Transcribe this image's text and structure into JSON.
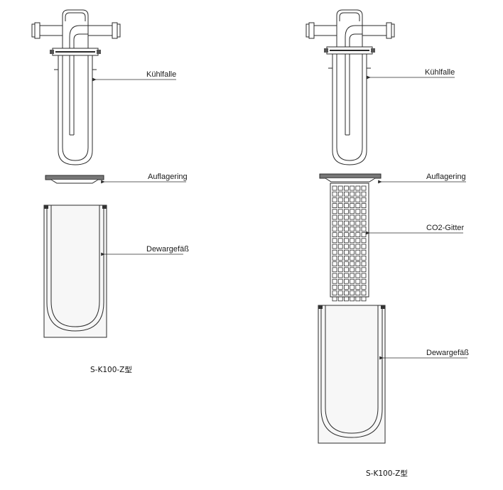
{
  "left_assembly": {
    "labels": {
      "trap": "Kühlfalle",
      "ring": "Auflagering",
      "dewar": "Dewargefäß"
    },
    "caption": "S-K100-Z型"
  },
  "right_assembly": {
    "labels": {
      "trap": "Kühlfalle",
      "ring": "Auflagering",
      "grid": "CO2-Gitter",
      "dewar": "Dewargefäß"
    },
    "caption": "S-K100-Z型"
  },
  "colors": {
    "line": "#2b2b2b",
    "fill_dark": "#555555",
    "fill_light": "#f3f3f3"
  }
}
